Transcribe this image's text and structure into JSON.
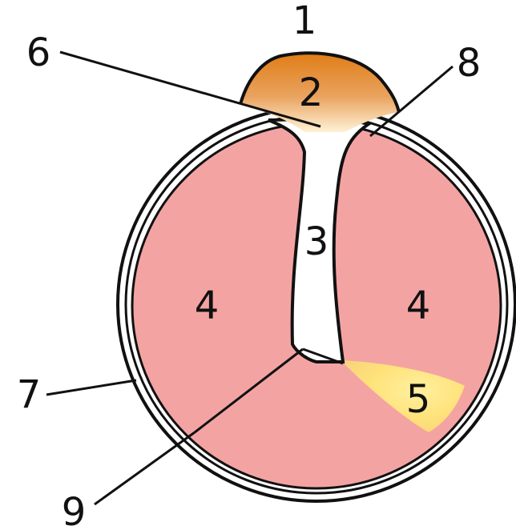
{
  "diagram": {
    "labels": {
      "l1": "1",
      "l2": "2",
      "l3": "3",
      "l4_left": "4",
      "l4_right": "4",
      "l5": "5",
      "l6": "6",
      "l7": "7",
      "l8": "8",
      "l9": "9"
    },
    "colors": {
      "pink": "#f4a3a3",
      "orange_top": "#e07d17",
      "orange_mid": "#f0b36c",
      "cream": "#fff2c4",
      "yellow": "#fde17a",
      "yellow_center": "#ffe08a",
      "white": "#ffffff",
      "outline": "#111111"
    }
  }
}
